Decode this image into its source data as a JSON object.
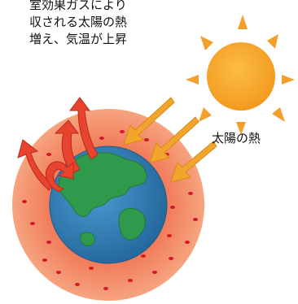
{
  "caption": {
    "lines": [
      "室効果ガスにより",
      "収される太陽の熱",
      "増え、気温が上昇"
    ]
  },
  "labels": {
    "sun_heat": "太陽の熱"
  },
  "colors": {
    "atmosphere": "#f3906c",
    "atmosphere_edge": "#f6b090",
    "ocean": "#2f7fb6",
    "land": "#2f9a4c",
    "sun": "#f6a624",
    "sun_ray": "#f2a02a",
    "heat_arrow": "#f2a52c",
    "escaping_arrow": "#e8432e",
    "dots": "#d21a2a"
  }
}
